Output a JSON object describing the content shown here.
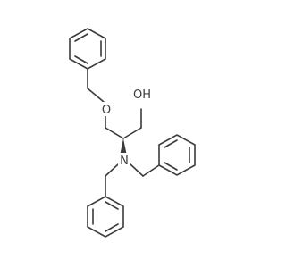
{
  "molecule": {
    "atoms": {
      "oxygen_ether": "O",
      "hydroxyl": "OH",
      "nitrogen": "N"
    },
    "colors": {
      "bond": "#3b3b3b",
      "background": "#ffffff"
    }
  }
}
